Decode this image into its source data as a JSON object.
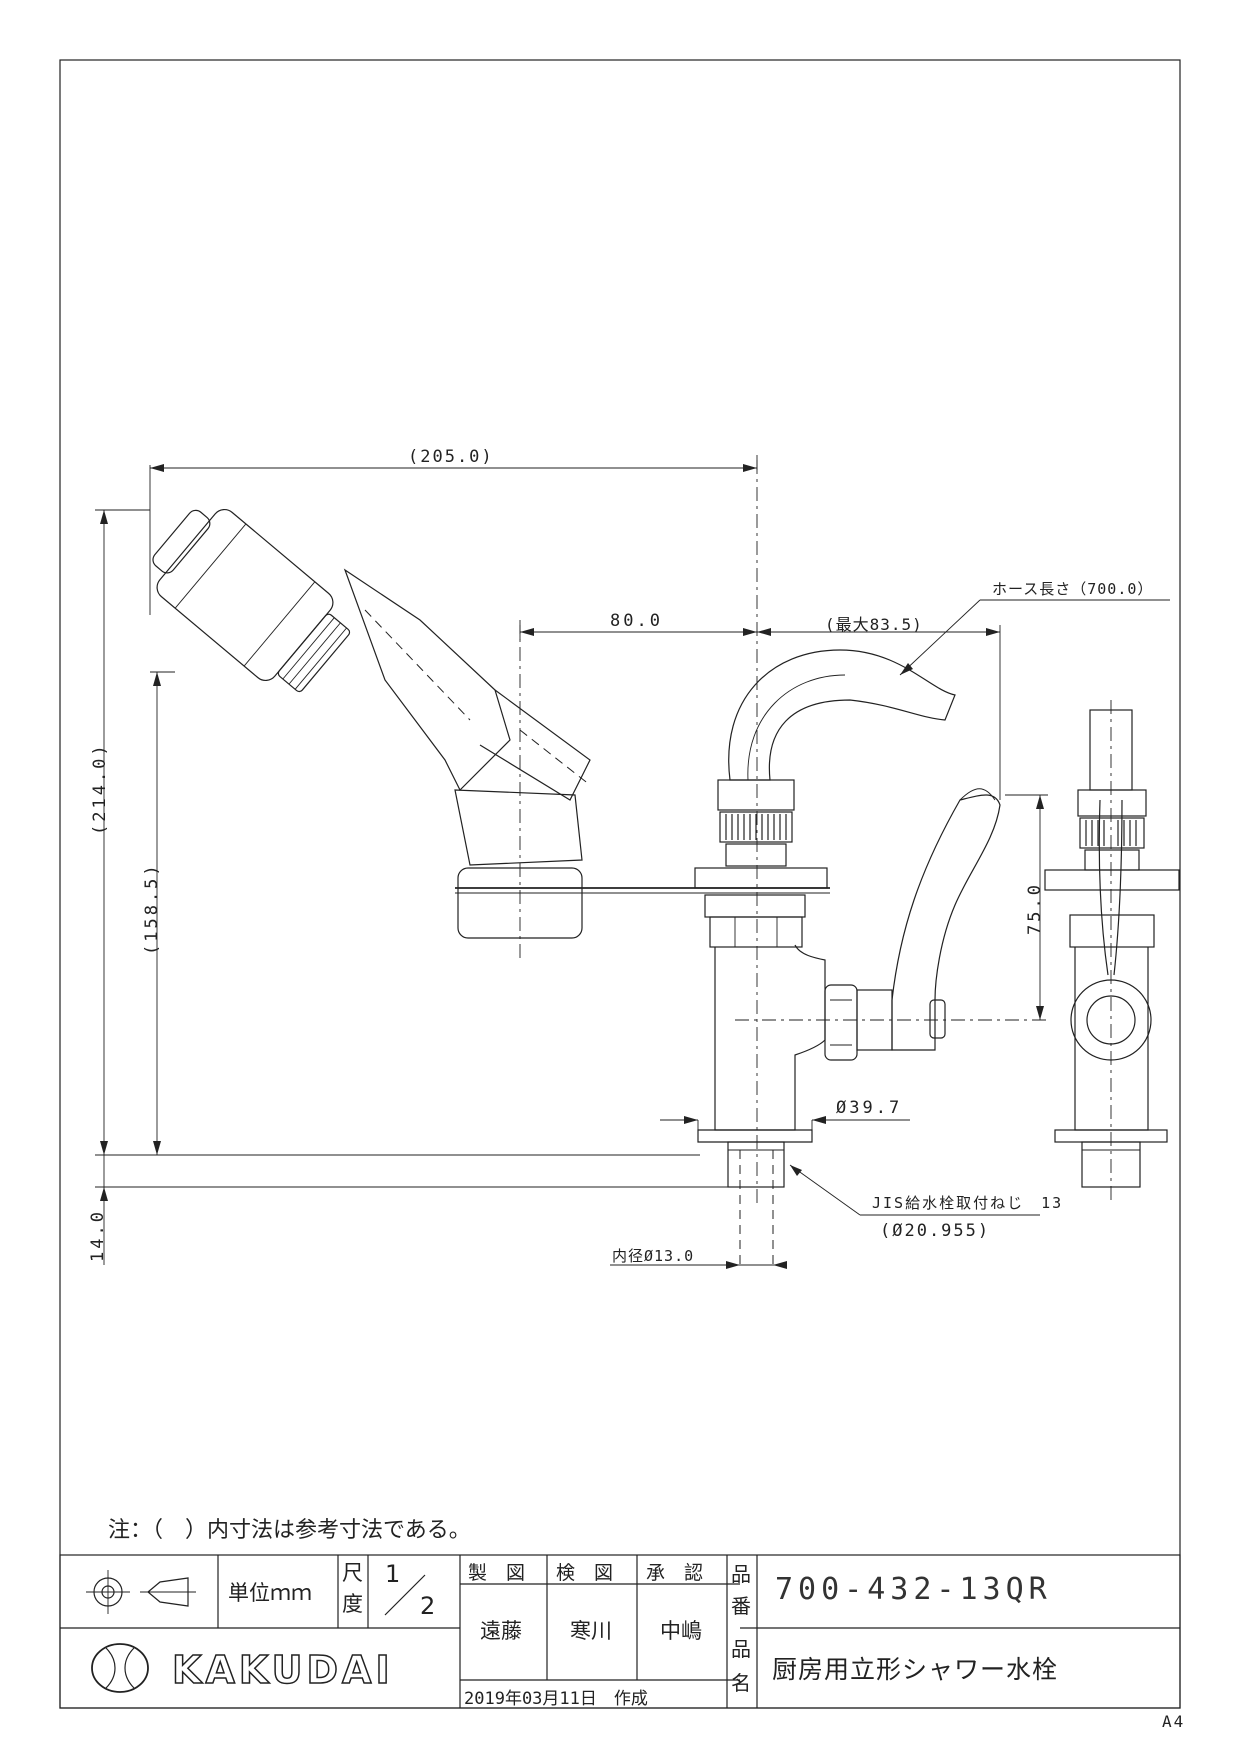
{
  "note": "注：（　）内寸法は参考寸法である。",
  "paper_size": "A4",
  "dimensions": {
    "overall_width": "(205.0)",
    "spout_reach": "80.0",
    "spout_reach_max": "(最大83.5)",
    "hose_length": "ホース長さ（700.0）",
    "overall_height": "(214.0)",
    "head_height": "(158.5)",
    "handle_height": "75.0",
    "below_counter": "14.0",
    "flange_dia": "Ø39.7",
    "thread_label": "JIS給水栓取付ねじ　13",
    "thread_dia": "(Ø20.955)",
    "inner_dia": "内径Ø13.0"
  },
  "title_block": {
    "unit_label": "単位ｍｍ",
    "scale_label": "尺度",
    "scale_num": "1",
    "scale_den": "2",
    "drawn_label": "製　図",
    "checked_label": "検　図",
    "approved_label": "承　認",
    "drawn_by": "遠藤",
    "checked_by": "寒川",
    "approved_by": "中嶋",
    "date": "2019年03月11日　作成",
    "part_no_label": "品番",
    "part_no": "700-432-13QR",
    "part_name_label": "品名",
    "part_name": "厨房用立形シャワー水栓",
    "brand": "KAKUDAI"
  },
  "icons": [
    "projection-symbol-icon",
    "kakudai-logo-icon"
  ]
}
